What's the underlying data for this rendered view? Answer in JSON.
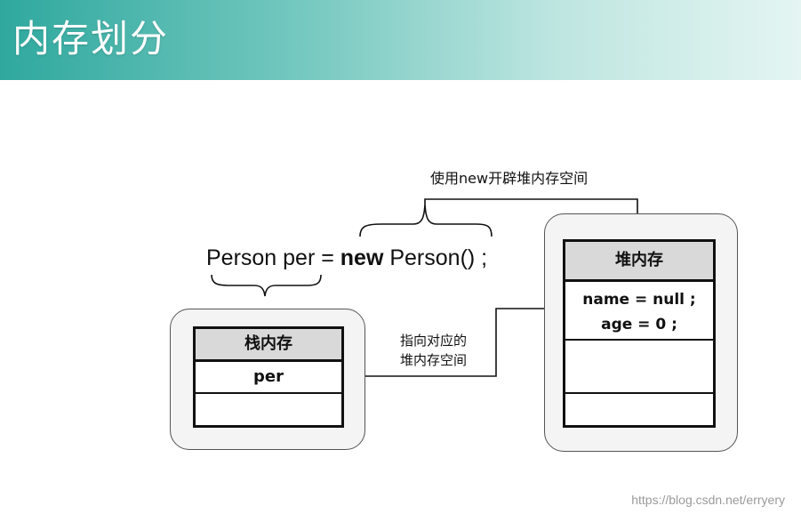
{
  "header": {
    "title": "内存划分"
  },
  "code": {
    "part1": "Person per = ",
    "keyword": "new",
    "part2": " Person() ;"
  },
  "labels": {
    "new_alloc": "使用new开辟堆内存空间",
    "points_to_line1": "指向对应的",
    "points_to_line2": "堆内存空间"
  },
  "stack": {
    "title": "栈内存",
    "cells": [
      "per",
      ""
    ]
  },
  "heap": {
    "title": "堆内存",
    "line1": "name = null ;",
    "line2": "age = 0 ;"
  },
  "watermark": "https://blog.csdn.net/erryery"
}
